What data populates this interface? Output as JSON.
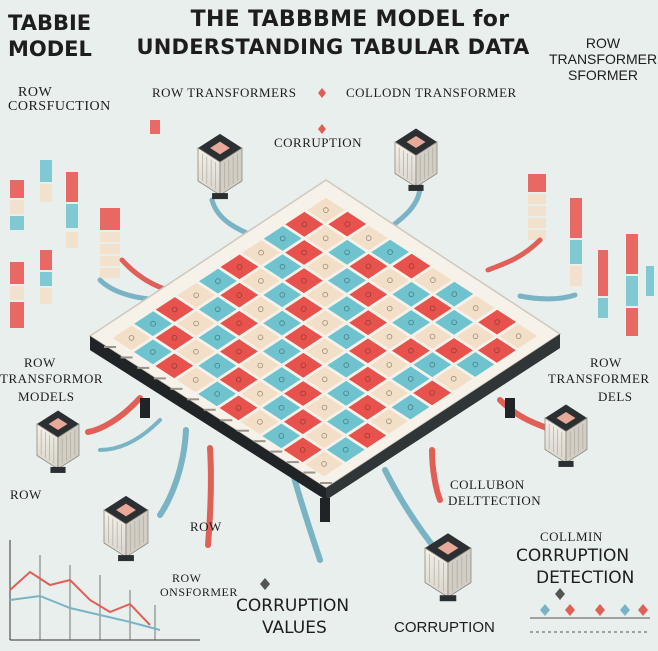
{
  "title": {
    "line1": "THE TABBBME MODEL for",
    "line2": "UNDERSTANDING TABULAR DATA"
  },
  "labels": {
    "top_left_1": "TABBIE",
    "top_left_2": "MODEL",
    "row_corsfuction_1": "ROW",
    "row_corsfuction_2": "CORSFUCTION",
    "row_transformers": "ROW TRANSFORMERS",
    "collodn_transformer": "COLLODN TRANSFORMER",
    "corruption_top": "CORRUPTION",
    "row_transformer_tr_1": "ROW",
    "row_transformer_tr_2": "TRANSFORMER",
    "row_transformer_tr_3": "SFORMER",
    "row_transformor_models_1": "ROW",
    "row_transformor_models_2": "TRANSFORMOR",
    "row_transformor_models_3": "MODELS",
    "row_transformer_dels_1": "ROW",
    "row_transformer_dels_2": "TRANSFORMER",
    "row_transformer_dels_3": "DELS",
    "row_left": "ROW",
    "row_bottom": "ROW",
    "row_onsformer_1": "ROW",
    "row_onsformer_2": "ONSFORMER",
    "corruption_values_1": "CORRUPTION",
    "corruption_values_2": "VALUES",
    "corruption_bottom": "CORRUPTION",
    "collubon_1": "COLLUBON",
    "collubon_2": "DELTTECTION",
    "collmin": "COLLMIN",
    "corruption_detection_1": "CORRUPTION",
    "corruption_detection_2": "DETECTION"
  },
  "colors": {
    "background": "#e9efec",
    "cell_red": "#e8524c",
    "cell_teal": "#6ec3cf",
    "cell_cream": "#f3dfc8",
    "board": "#f6f2ea",
    "board_side": "#262a2c",
    "cable_red": "#e06058",
    "cable_blue": "#7ab4c4"
  },
  "icons": {
    "module": "transformer-cube-icon",
    "grid": "table-grid-icon",
    "chart": "line-chart-icon"
  }
}
